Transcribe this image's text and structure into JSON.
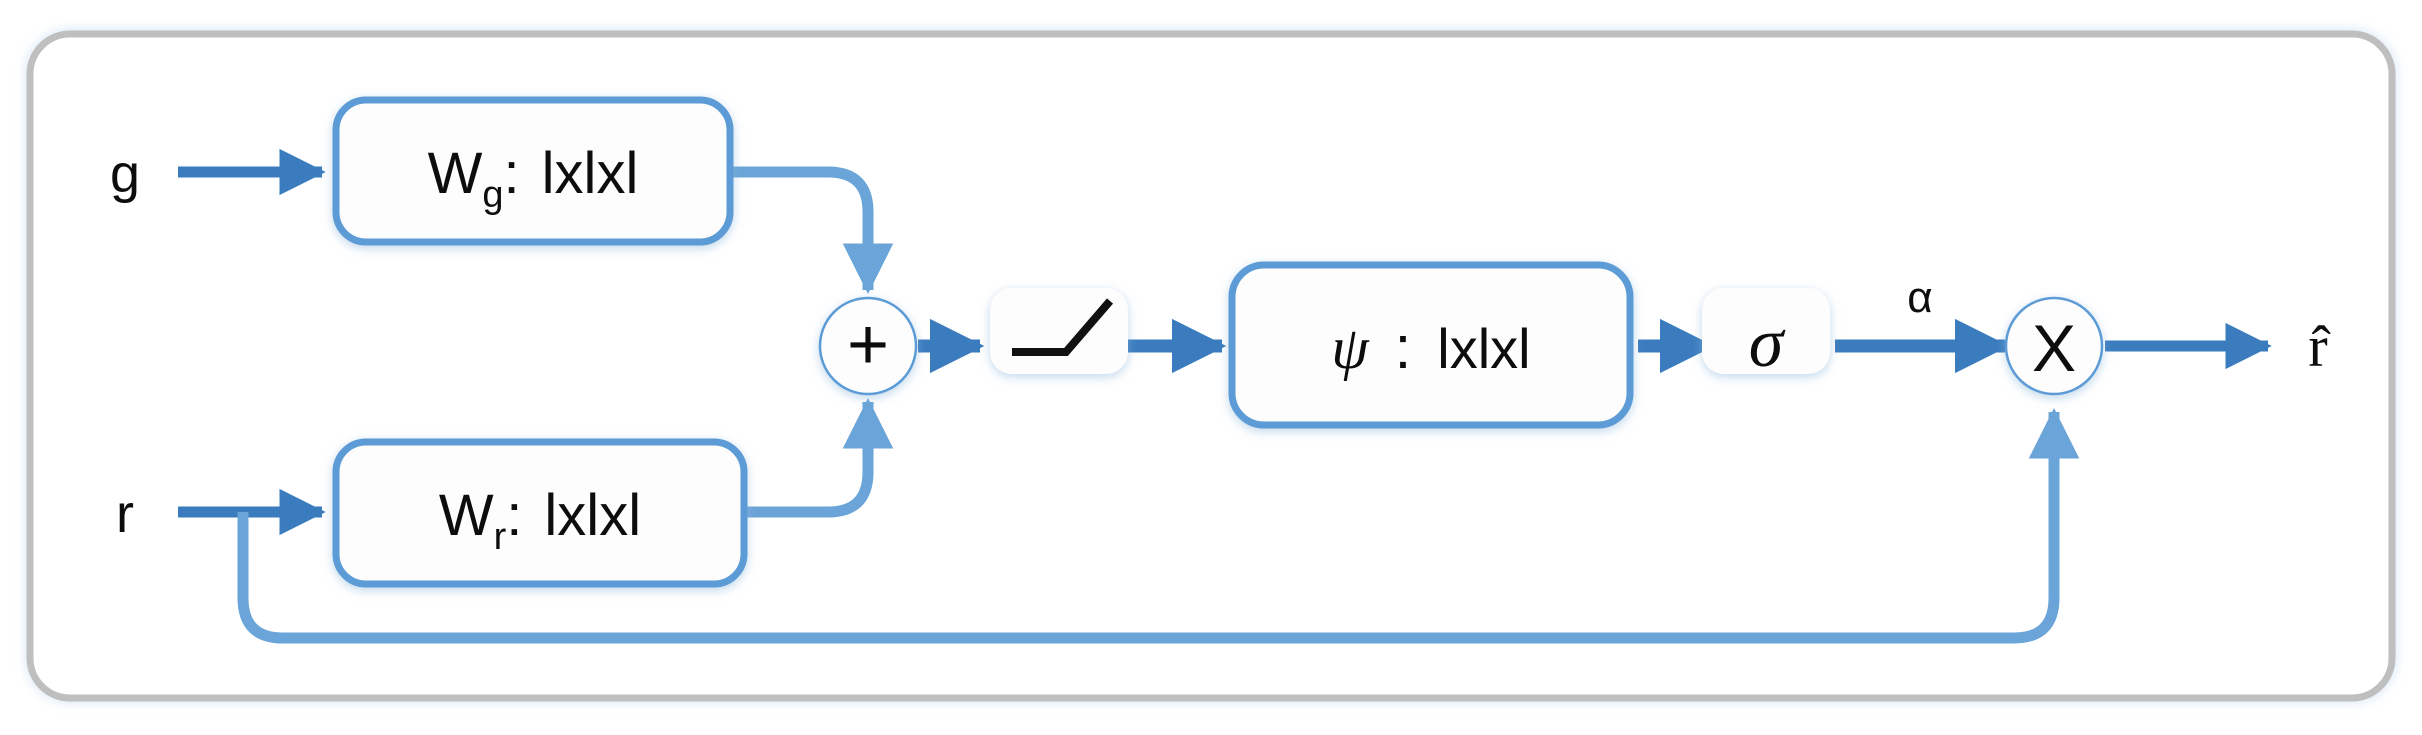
{
  "diagram": {
    "title": "attention-gate-block",
    "colors": {
      "arrow_blue": "#3a7cbe",
      "box_border_blue": "#5b9bd5",
      "container_border_gray": "#bfbfbf",
      "box_fill": "#fdfdfd",
      "glyph_black": "#0d0d0d",
      "page_background": "#ffffff"
    },
    "inputs": [
      {
        "id": "g",
        "label": "g"
      },
      {
        "id": "r",
        "label": "r"
      }
    ],
    "output": {
      "id": "r_hat",
      "label": "r̂"
    },
    "blocks": [
      {
        "id": "w_g",
        "symbol": "W",
        "subscript": "g",
        "separator": ":",
        "dims": "lxlxl"
      },
      {
        "id": "w_r",
        "symbol": "W",
        "subscript": "r",
        "separator": ":",
        "dims": "lxlxl"
      },
      {
        "id": "psi",
        "symbol": "ψ",
        "subscript": "",
        "separator": ":",
        "dims": "lxlxl"
      }
    ],
    "operators": [
      {
        "id": "add",
        "label": "+",
        "shape": "circle"
      },
      {
        "id": "relu",
        "label": "relu-curve-icon",
        "shape": "rounded-box"
      },
      {
        "id": "sigmoid",
        "label": "σ",
        "shape": "rounded-box"
      },
      {
        "id": "multiply",
        "label": "X",
        "shape": "circle"
      }
    ],
    "edge_labels": [
      {
        "id": "alpha",
        "label": "α"
      }
    ]
  }
}
